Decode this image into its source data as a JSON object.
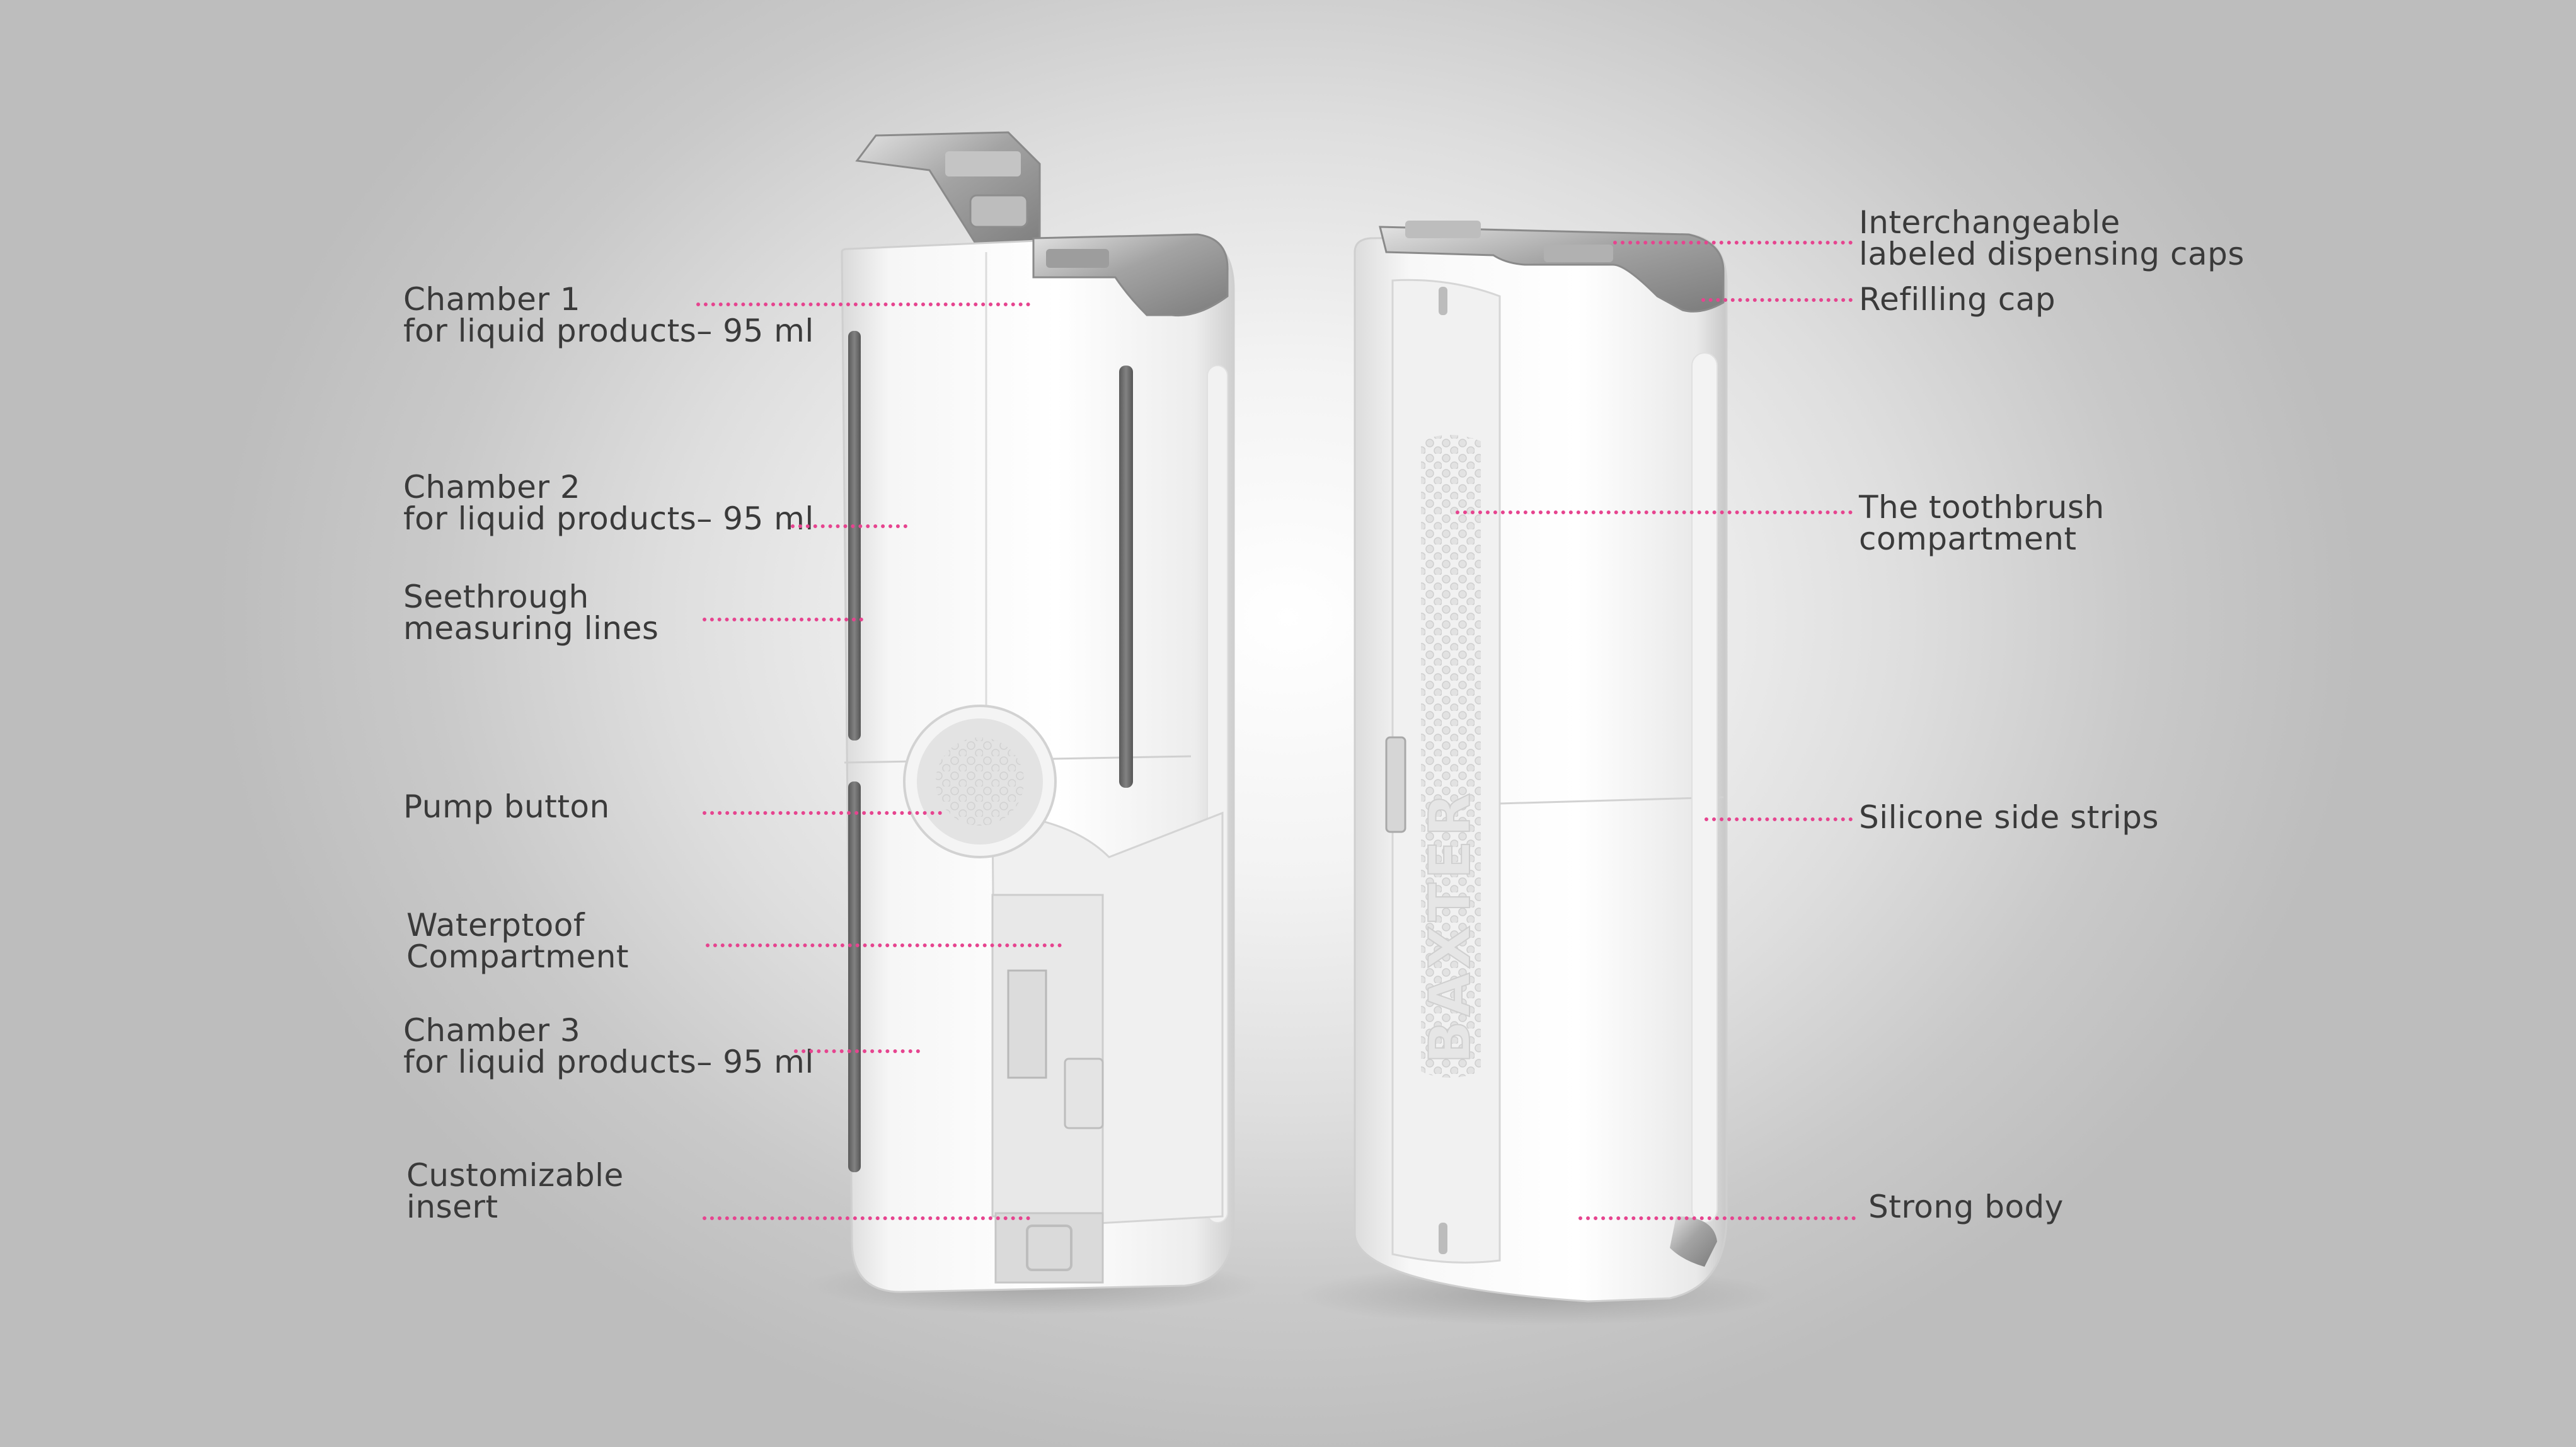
{
  "colors": {
    "leader": "#e6448f",
    "label_text": "#3a3a3a",
    "body": "#f7f7f7",
    "metal": "#a9a9a9"
  },
  "callouts_left": [
    {
      "line1": "Chamber 1",
      "line2": "for liquid products– 95 ml"
    },
    {
      "line1": "Chamber 2",
      "line2": "for liquid products– 95 ml"
    },
    {
      "line1": "Seethrough",
      "line2": "measuring lines"
    },
    {
      "line1": "Pump button",
      "line2": ""
    },
    {
      "line1": "Waterptoof",
      "line2": "Compartment"
    },
    {
      "line1": "Chamber 3",
      "line2": "for liquid products– 95 ml"
    },
    {
      "line1": "Customizable",
      "line2": "insert"
    }
  ],
  "callouts_right": [
    {
      "line1": "Interchangeable",
      "line2": "labeled dispensing caps"
    },
    {
      "line1": "Refilling cap",
      "line2": ""
    },
    {
      "line1": "The toothbrush",
      "line2": "compartment"
    },
    {
      "line1": "Silicone side strips",
      "line2": ""
    },
    {
      "line1": "Strong body",
      "line2": ""
    }
  ],
  "product": {
    "brand": "BAXTER",
    "icons": [
      "dispenser-left-image",
      "dispenser-right-image",
      "pump-button-icon",
      "toothbrush-grip-icon"
    ]
  }
}
